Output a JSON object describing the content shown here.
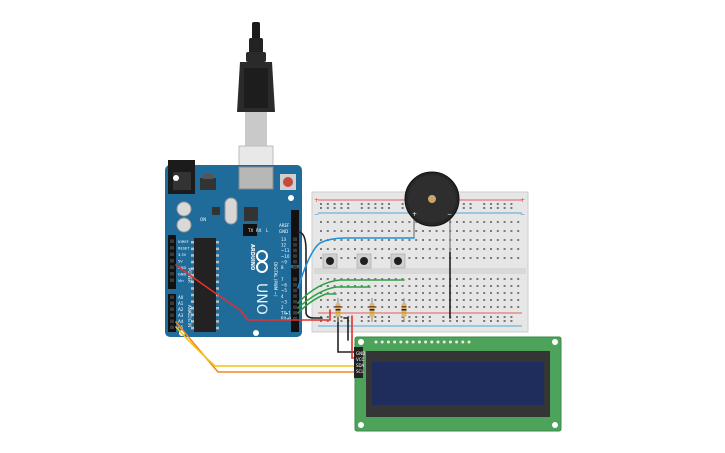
{
  "arduino": {
    "brand": "ARDUINO",
    "model": "UNO",
    "tx_label": "TX",
    "rx_label": "RX",
    "l_label": "L",
    "on_label": "ON",
    "aref": "AREF",
    "gnd": "GND",
    "digital_label": "DIGITAL (PWM ~)",
    "digital_pins": [
      "13",
      "12",
      "~11",
      "~10",
      "~9",
      "8",
      "7",
      "~6",
      "~5",
      "4",
      "~3",
      "2",
      "TX▸1",
      "RX◂0"
    ],
    "power_pins": [
      "IOREF",
      "RESET",
      "3.3V",
      "5V",
      "GND",
      "GND",
      "Vin"
    ],
    "analog_pins": [
      "A0",
      "A1",
      "A2",
      "A3",
      "A4",
      "A5"
    ],
    "power_label": "POWER",
    "analog_label": "ANALOG IN"
  },
  "lcd": {
    "pins": [
      "GND",
      "VCC",
      "SDA",
      "SCL"
    ]
  },
  "buzzer": {
    "plus": "+",
    "minus": "−"
  },
  "breadboard": {
    "rail_plus": "+",
    "rail_minus": "−"
  },
  "colors": {
    "arduino_board": "#1f6c9b",
    "breadboard": "#e6e6e6",
    "lcd_pcb": "#4ea35a",
    "lcd_screen": "#1e2d5c",
    "wire_red": "#e0312c",
    "wire_black": "#222222",
    "wire_blue": "#1f8fd6",
    "wire_green": "#2ea043",
    "wire_orange": "#f08a1a",
    "wire_yellow": "#f2c318"
  }
}
